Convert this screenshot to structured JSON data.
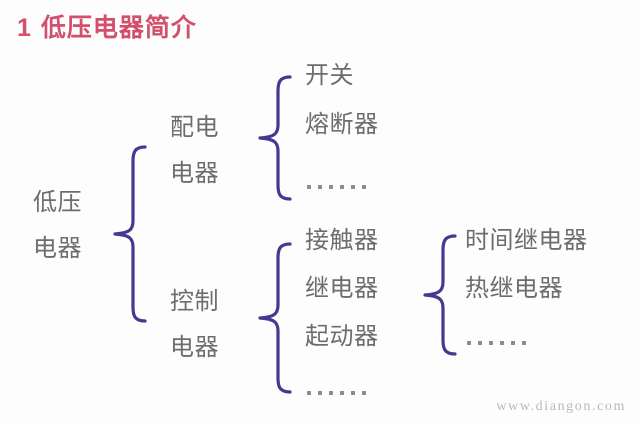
{
  "title": {
    "number": "1",
    "text": "低压电器简介",
    "color": "#d2506c"
  },
  "theme": {
    "background": "#fdfdfd",
    "text_color": "#6d6d6d",
    "brace_color": "#45398f"
  },
  "tree": {
    "root": {
      "line1": "低压",
      "line2": "电器"
    },
    "level2": {
      "distribution": {
        "line1": "配电",
        "line2": "电器"
      },
      "control": {
        "line1": "控制",
        "line2": "电器"
      }
    },
    "level3": {
      "distribution_items": [
        "开关",
        "熔断器",
        "……"
      ],
      "control_items": [
        "接触器",
        "继电器",
        "起动器",
        "……"
      ]
    },
    "level4": {
      "relay_items": [
        "时间继电器",
        "热继电器",
        "……"
      ]
    }
  },
  "watermark": {
    "text": "www.diangon.com"
  }
}
